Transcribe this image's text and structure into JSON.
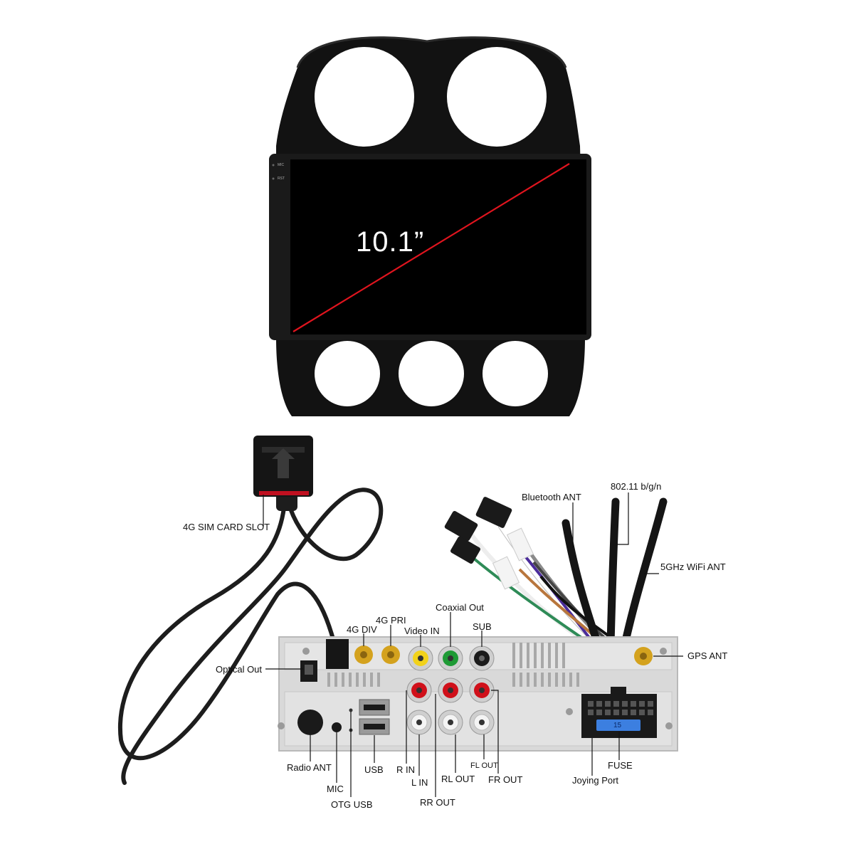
{
  "screen": {
    "size_label": "10.1”",
    "side_labels": [
      "MIC",
      "RST"
    ]
  },
  "labels": {
    "sim_slot": "4G SIM CARD SLOT",
    "bluetooth": "Bluetooth ANT",
    "wifi_24": "802.11 b/g/n",
    "wifi_5": "5GHz WiFi ANT",
    "gps": "GPS ANT",
    "optical": "Optical Out",
    "div_4g": "4G DIV",
    "pri_4g": "4G PRI",
    "video_in": "Video IN",
    "coaxial": "Coaxial Out",
    "sub": "SUB",
    "radio": "Radio ANT",
    "mic": "MIC",
    "otg": "OTG USB",
    "usb": "USB",
    "r_in": "R IN",
    "l_in": "L IN",
    "rr_out": "RR OUT",
    "rl_out": "RL OUT",
    "fl_out": "FL OUT",
    "fr_out": "FR OUT",
    "joying": "Joying Port",
    "fuse": "FUSE"
  },
  "parts": {
    "fuse_value": "15"
  },
  "colors": {
    "frame": "#111111",
    "screen": "#000000",
    "diagonal": "#e0141e",
    "chassis": "#dcdcdc",
    "gold": "#d4a21e",
    "rca_red": "#d0101a",
    "rca_yellow": "#f2d21a",
    "rca_green": "#1e9a35",
    "fuse_blue": "#3c7fe0"
  }
}
